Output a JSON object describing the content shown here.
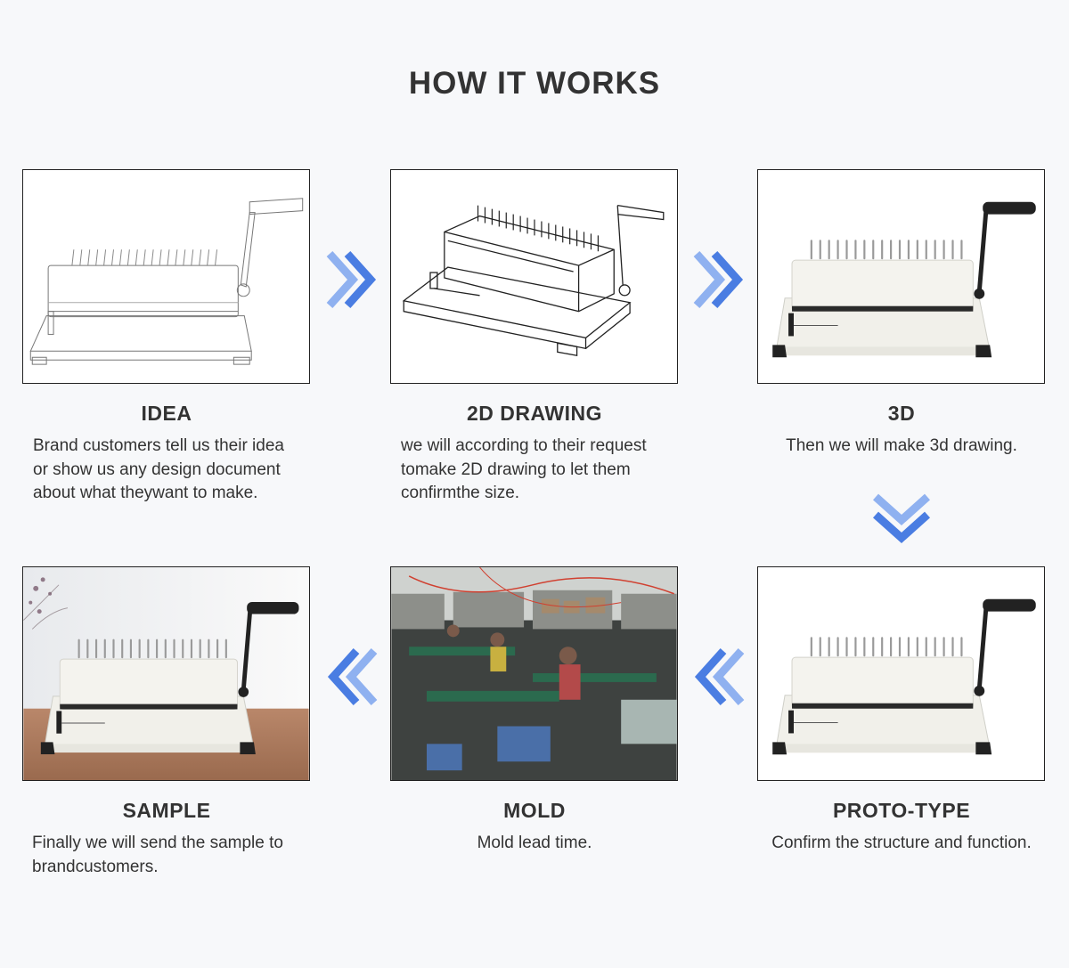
{
  "title": "HOW IT WORKS",
  "colors": {
    "background": "#f7f8fa",
    "arrow": "#4a7de2",
    "arrow_light": "#8fb1f0",
    "text": "#333333"
  },
  "steps": [
    {
      "title": "IDEA",
      "description_lines": [
        "Brand customers tell us their idea",
        "or show us any design document",
        "about what theywant to make."
      ],
      "image_icon": "sketch-binding-machine"
    },
    {
      "title": "2D DRAWING",
      "description_lines": [
        "we will according to their request",
        "tomake 2D drawing to let them",
        "confirmthe size."
      ],
      "image_icon": "line-drawing-binding-machine"
    },
    {
      "title": "3D",
      "description_lines": [
        "Then we will make 3d drawing."
      ],
      "image_icon": "render-binding-machine"
    },
    {
      "title": "PROTO-TYPE",
      "description_lines": [
        "Confirm the structure and function."
      ],
      "image_icon": "prototype-binding-machine"
    },
    {
      "title": "MOLD",
      "description_lines": [
        "Mold lead time."
      ],
      "image_icon": "factory-photo"
    },
    {
      "title": "SAMPLE",
      "description_lines": [
        "Finally we will send the sample to",
        "brandcustomers."
      ],
      "image_icon": "sample-binding-machine"
    }
  ],
  "arrows": [
    "chevron-right-icon",
    "chevron-right-icon",
    "chevron-down-icon",
    "chevron-left-icon",
    "chevron-left-icon"
  ]
}
